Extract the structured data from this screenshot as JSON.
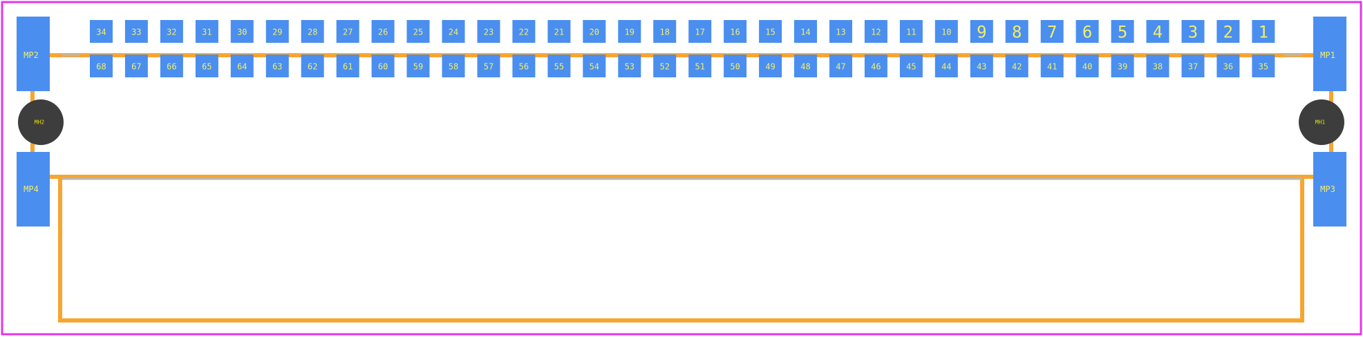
{
  "colors": {
    "board_outline": "#e535e8",
    "silkscreen": "#f7a531",
    "courtyard": "#b7b7b7",
    "pad": "#4a8ef0",
    "pad_label": "#f2ee6a",
    "hole": "#3d3d3d",
    "hole_label": "#e8e200",
    "background": "#ffffff"
  },
  "top_row": [
    "34",
    "33",
    "32",
    "31",
    "30",
    "29",
    "28",
    "27",
    "26",
    "25",
    "24",
    "23",
    "22",
    "21",
    "20",
    "19",
    "18",
    "17",
    "16",
    "15",
    "14",
    "13",
    "12",
    "11",
    "10",
    "9",
    "8",
    "7",
    "6",
    "5",
    "4",
    "3",
    "2",
    "1"
  ],
  "bottom_row": [
    "68",
    "67",
    "66",
    "65",
    "64",
    "63",
    "62",
    "61",
    "60",
    "59",
    "58",
    "57",
    "56",
    "55",
    "54",
    "53",
    "52",
    "51",
    "50",
    "49",
    "48",
    "47",
    "46",
    "45",
    "44",
    "43",
    "42",
    "41",
    "40",
    "39",
    "38",
    "37",
    "36",
    "35"
  ],
  "mounting_pads": {
    "mp1": "MP1",
    "mp2": "MP2",
    "mp3": "MP3",
    "mp4": "MP4"
  },
  "holes": {
    "mh1": "MH1",
    "mh2": "MH2"
  }
}
